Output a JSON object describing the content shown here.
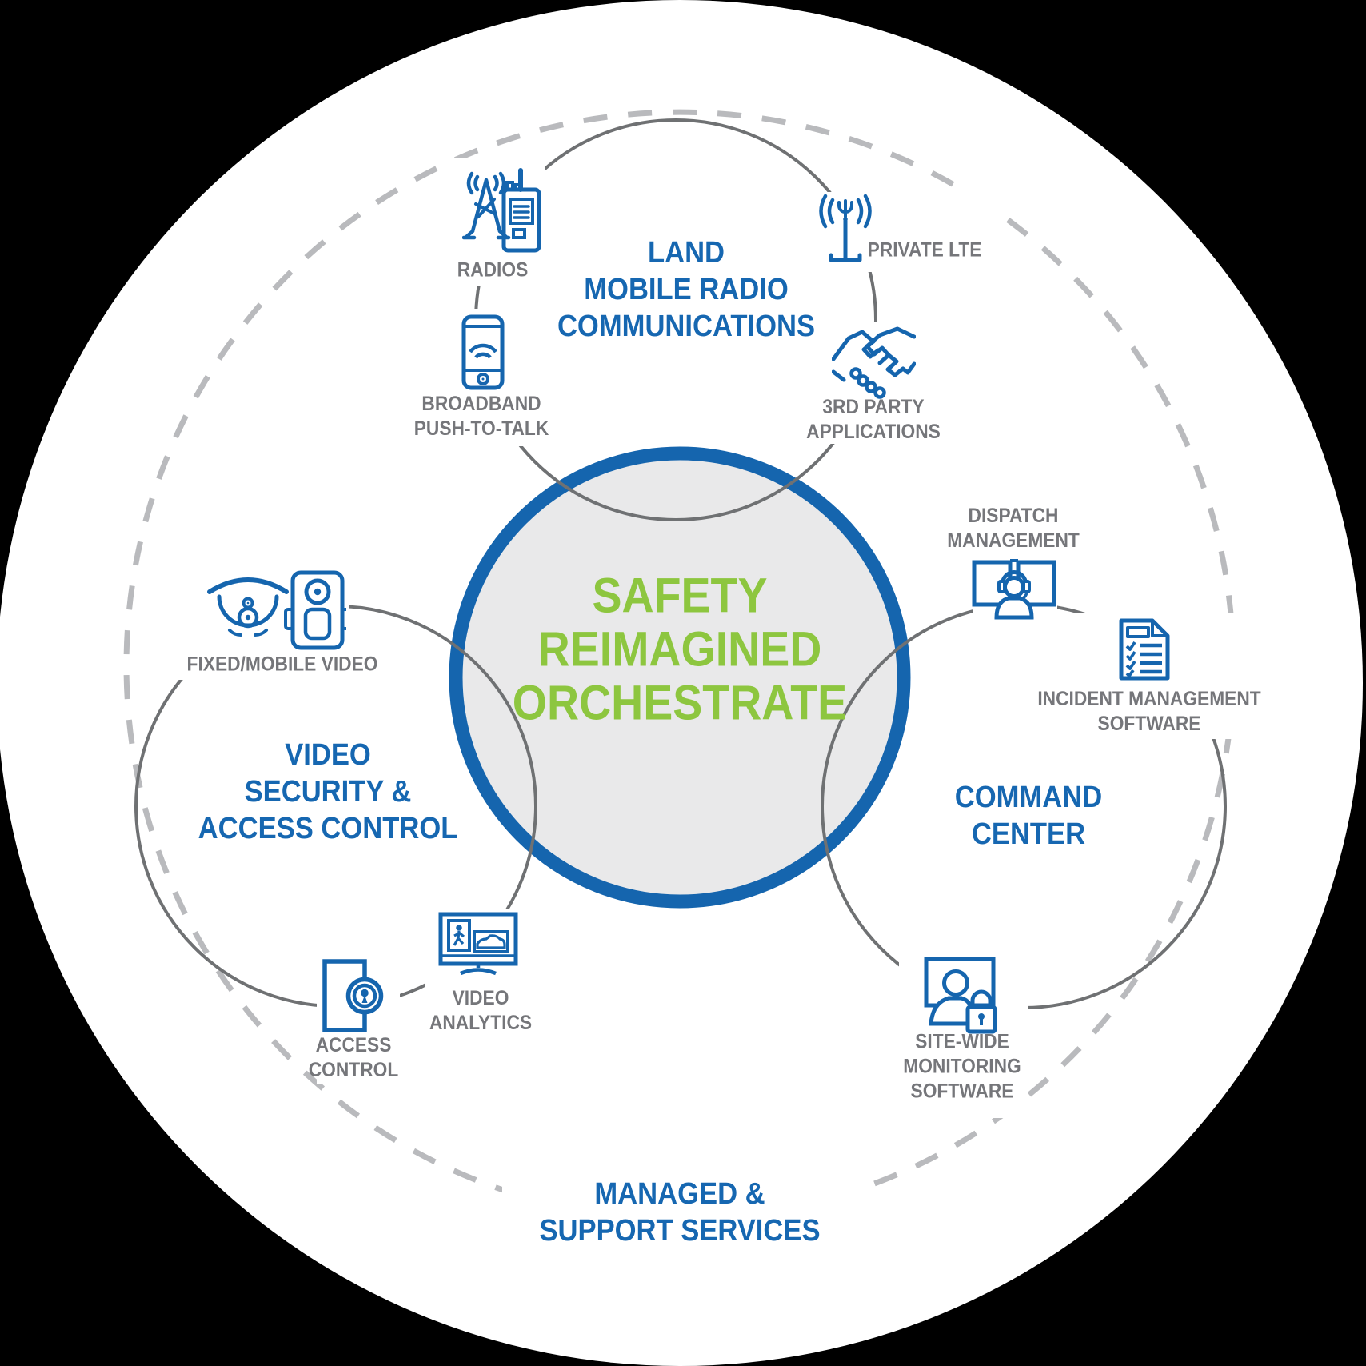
{
  "title_center": "SAFETY\nREIMAGINED\nORCHESTRATE",
  "colors": {
    "ring_blue": "#1565AE",
    "heading_blue": "#1667B1",
    "green": "#8DC63F",
    "label_gray": "#75767A",
    "arc_gray": "#6F7173",
    "dash_gray": "#B9BABD",
    "center_fill": "#E9E9EA"
  },
  "groups": {
    "lmr": {
      "title": "LAND\nMOBILE RADIO\nCOMMUNICATIONS",
      "items": [
        {
          "icon": "radios-icon",
          "label": "RADIOS"
        },
        {
          "icon": "broadband-ptt-icon",
          "label": "BROADBAND\nPUSH-TO-TALK"
        },
        {
          "icon": "private-lte-icon",
          "label": "PRIVATE LTE"
        },
        {
          "icon": "third-party-icon",
          "label": "3RD PARTY\nAPPLICATIONS"
        }
      ]
    },
    "video_security": {
      "title": "VIDEO\nSECURITY &\nACCESS CONTROL",
      "items": [
        {
          "icon": "fixed-mobile-video-icon",
          "label": "FIXED/MOBILE VIDEO"
        },
        {
          "icon": "access-control-icon",
          "label": "ACCESS\nCONTROL"
        },
        {
          "icon": "video-analytics-icon",
          "label": "VIDEO\nANALYTICS"
        }
      ]
    },
    "command_center": {
      "title": "COMMAND\nCENTER",
      "items": [
        {
          "icon": "dispatch-icon",
          "label": "DISPATCH\nMANAGEMENT"
        },
        {
          "icon": "incident-icon",
          "label": "INCIDENT MANAGEMENT\nSOFTWARE"
        },
        {
          "icon": "site-wide-icon",
          "label": "SITE-WIDE\nMONITORING\nSOFTWARE"
        }
      ]
    },
    "managed": {
      "title": "MANAGED &\nSUPPORT SERVICES"
    }
  }
}
